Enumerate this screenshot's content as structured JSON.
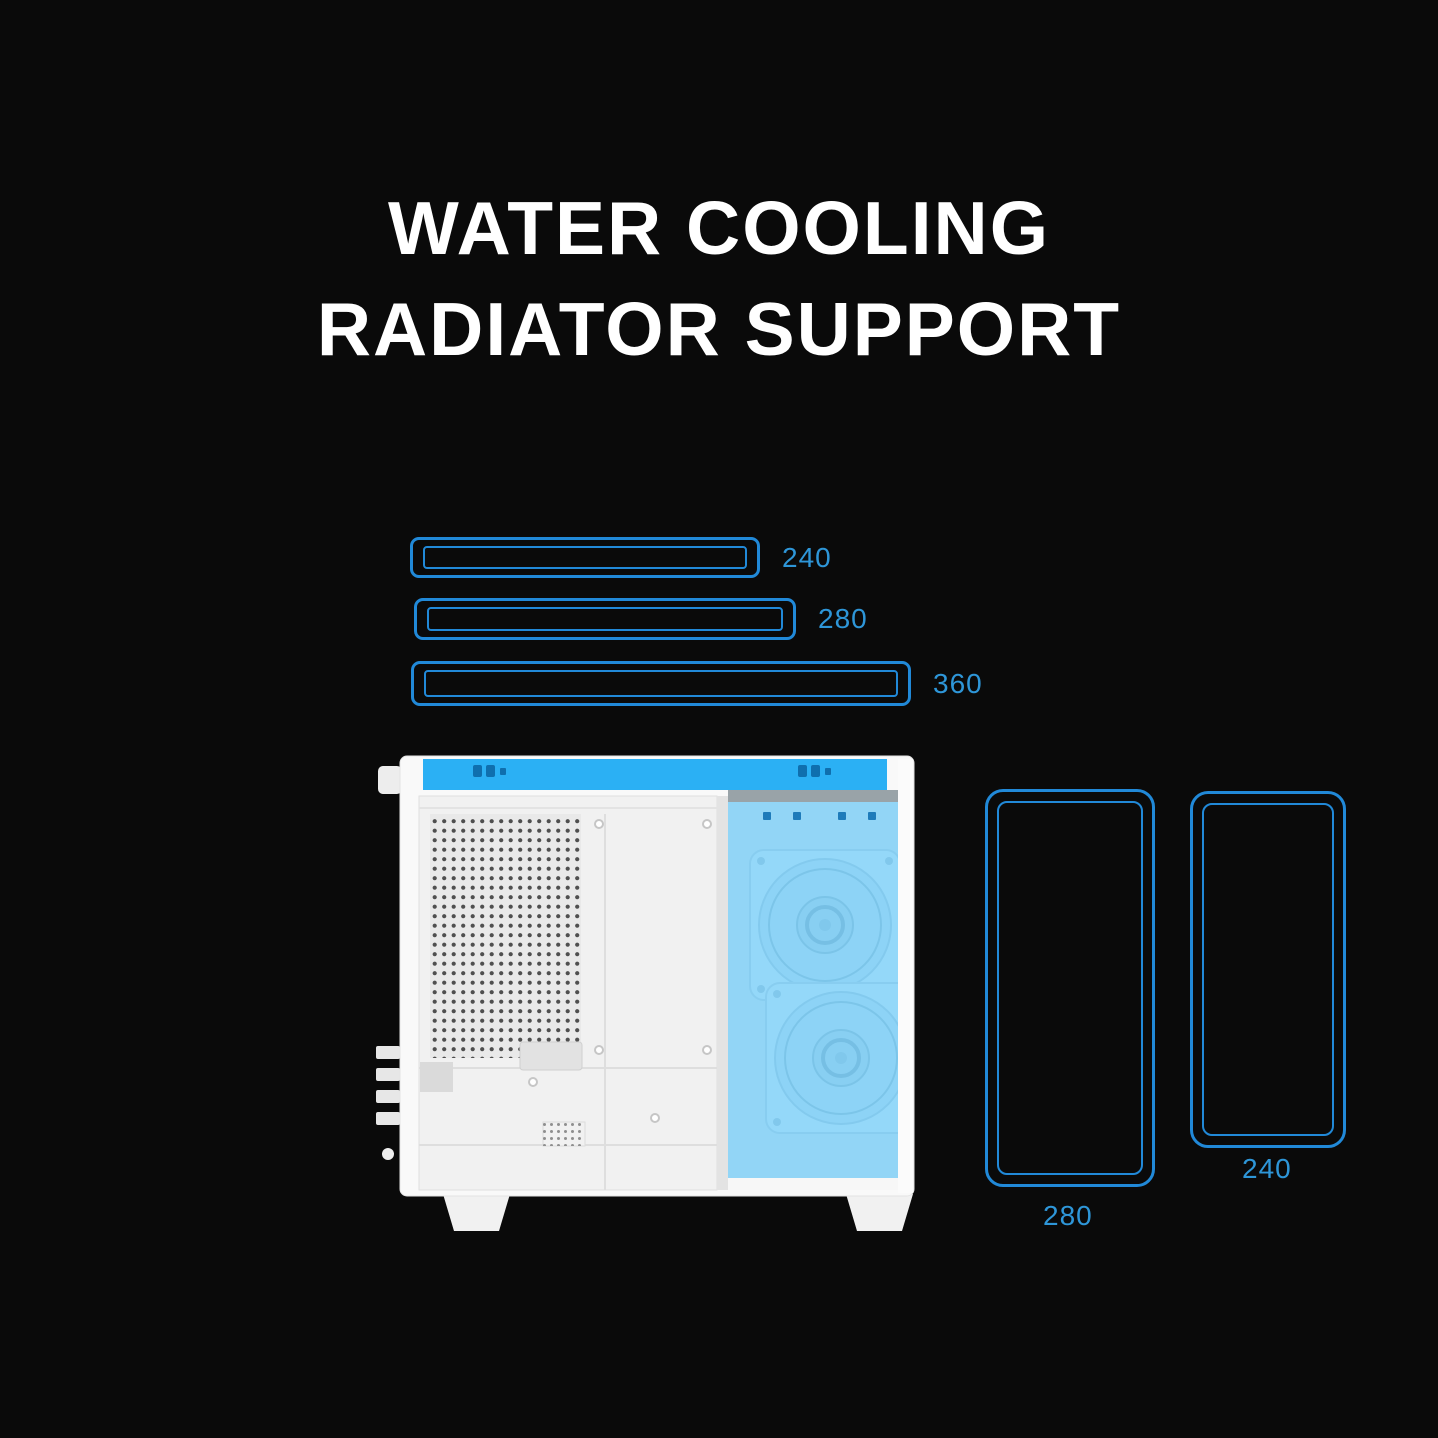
{
  "title": {
    "line1": "WATER COOLING",
    "line2": "RADIATOR SUPPORT"
  },
  "colors": {
    "background": "#0a0a0a",
    "outline_blue": "#2189d8",
    "label_blue": "#2e96d8",
    "highlight_blue": "#2eb3f6",
    "case_white": "#f7f7f7",
    "title_white": "#ffffff"
  },
  "top_radiators": [
    {
      "label": "240"
    },
    {
      "label": "280"
    },
    {
      "label": "360"
    }
  ],
  "side_radiators": [
    {
      "label": "280"
    },
    {
      "label": "240"
    }
  ],
  "illustration": {
    "description": "pc-case-side-view-with-highlighted-top-radiator-zone-and-front-fan-zone"
  }
}
